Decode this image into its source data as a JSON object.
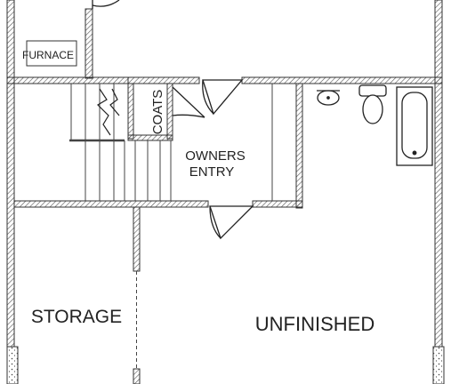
{
  "plan": {
    "labels": {
      "furnace": "FURNACE",
      "coats": "COATS",
      "owners_entry_line1": "OWNERS",
      "owners_entry_line2": "ENTRY",
      "storage": "STORAGE",
      "unfinished": "UNFINISHED"
    },
    "colors": {
      "wall_stroke": "#333333",
      "hatch": "#555555",
      "fixture": "#222222",
      "background": "#ffffff"
    }
  }
}
